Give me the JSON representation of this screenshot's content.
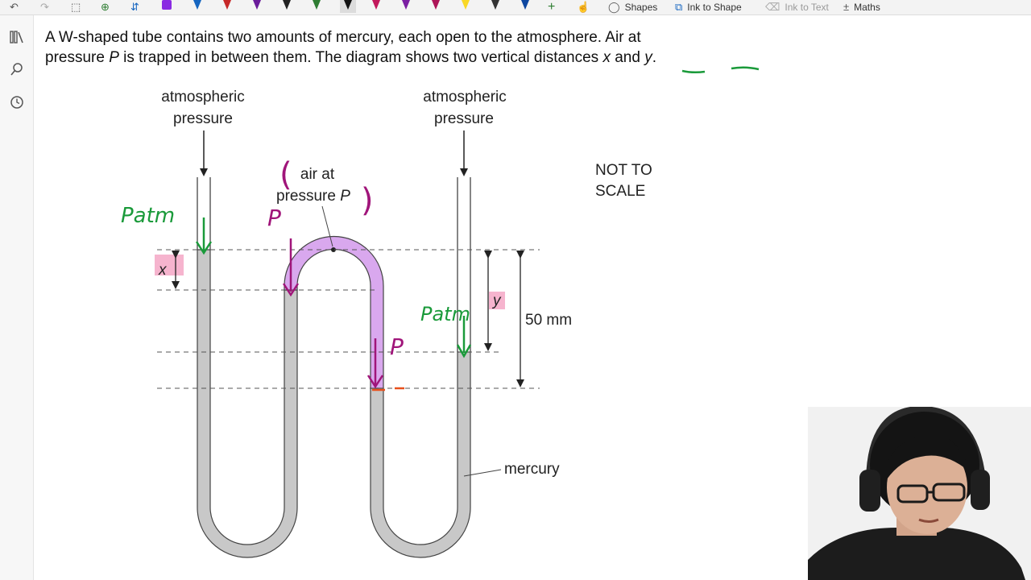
{
  "toolbar": {
    "shapes_label": "Shapes",
    "ink_to_shape_label": "Ink to Shape",
    "ink_to_text_label": "Ink to Text",
    "maths_label": "Maths",
    "pen_colors": [
      "#8a2be2",
      "#1565c0",
      "#c62828",
      "#6a1b9a",
      "#222222",
      "#2e7d32",
      "#e65100",
      "#ad1457",
      "#7b1fa2",
      "#c2185b",
      "#f9a825",
      "#333333",
      "#0d47a1"
    ]
  },
  "question": {
    "line1": "A W-shaped tube contains two amounts of mercury, each open to the atmosphere. Air at",
    "line2_a": "pressure ",
    "line2_p": "P",
    "line2_b": " is trapped in between them. The diagram shows two vertical distances ",
    "line2_x": "x",
    "line2_and": " and ",
    "line2_y": "y",
    "line2_end": "."
  },
  "diagram": {
    "atm_left_1": "atmospheric",
    "atm_left_2": "pressure",
    "atm_right_1": "atmospheric",
    "atm_right_2": "pressure",
    "air_1": "air at",
    "air_2": "pressure ",
    "air_p": "P",
    "not_to_scale_1": "NOT TO",
    "not_to_scale_2": "SCALE",
    "label_x": "x",
    "label_y": "y",
    "label_50": "50 mm",
    "label_mercury": "mercury"
  },
  "annotations": {
    "patm_left": "Patm",
    "patm_right": "Patm",
    "p_left": "P",
    "p_right": "P",
    "bracket_open": "(",
    "bracket_close": ")"
  },
  "colors": {
    "mercury": "#c8c8c8",
    "air": "#d9a8ee",
    "ink_green": "#1a9a3a",
    "ink_purple": "#a0157a",
    "highlight_pink": "#f4a7c6",
    "ink_orange": "#e8501c"
  }
}
